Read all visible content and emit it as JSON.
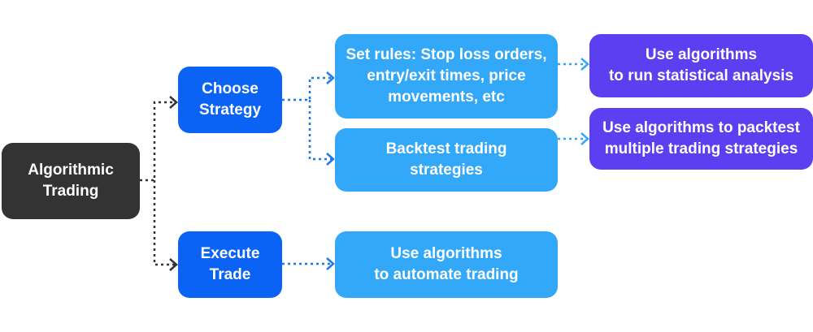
{
  "colors": {
    "root": "#333333",
    "strategy": "#0b63f6",
    "step": "#33a8f8",
    "detail": "#5b3ff0",
    "connector_dark": "#333333",
    "connector_blue": "#1f7ae8"
  },
  "nodes": {
    "root": "Algorithmic\nTrading",
    "choose_strategy": "Choose\nStrategy",
    "execute_trade": "Execute\nTrade",
    "set_rules": "Set rules: Stop loss orders,\nentry/exit times, price\nmovements, etc",
    "backtest": "Backtest trading\nstrategies",
    "automate": "Use algorithms\nto automate trading",
    "statistical": "Use algorithms\nto run statistical analysis",
    "packtest": "Use algorithms to packtest\nmultiple trading strategies"
  }
}
